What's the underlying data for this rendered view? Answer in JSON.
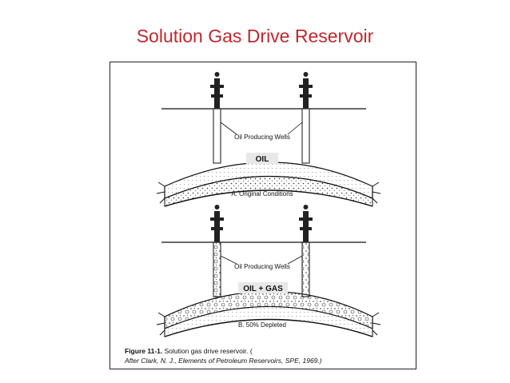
{
  "slide": {
    "title": "Solution Gas Drive Reservoir"
  },
  "figure": {
    "panel_a": {
      "wells_label": "Oil Producing Wells",
      "fluid_label": "OIL",
      "caption": "A. Original Conditions"
    },
    "panel_b": {
      "wells_label": "Oil Producing Wells",
      "fluid_label": "OIL + GAS",
      "caption": "B. 50% Depleted"
    },
    "caption": {
      "number": "Figure 11-1.",
      "text": "Solution gas drive reservoir. (",
      "source": "After Clark, N. J., Elements of Petroleum Reservoirs, SPE, 1969.",
      "close": ")"
    },
    "colors": {
      "title": "#c0282d",
      "ink": "#111111",
      "fluid_box": "#e8e8e8"
    }
  }
}
